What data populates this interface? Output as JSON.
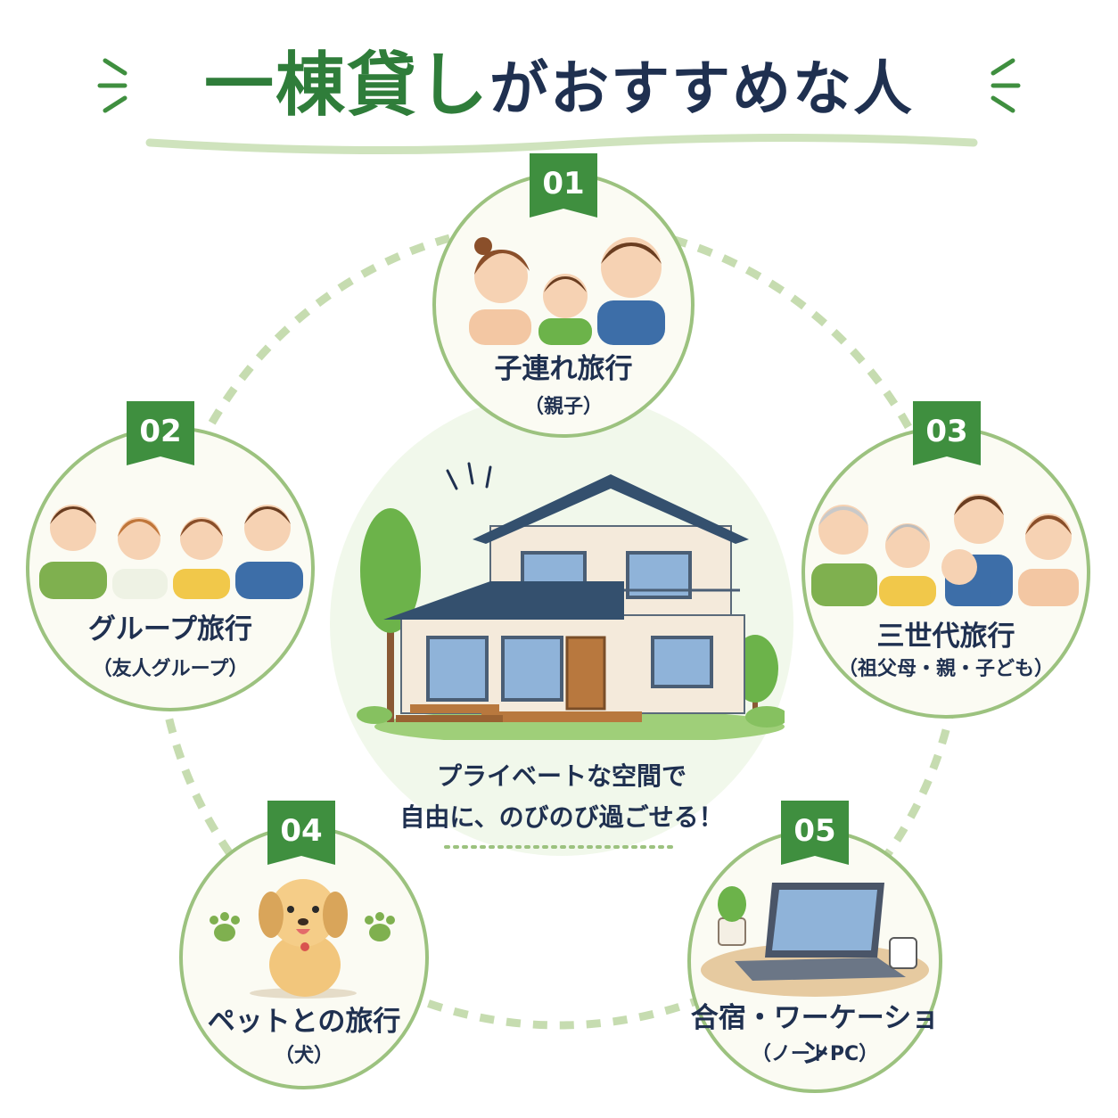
{
  "title": {
    "part_green": "一棟貸し",
    "part_navy": "がおすすめな人"
  },
  "center": {
    "line1": "プライベートな空間で",
    "line2": "自由に、のびのび過ごせる！"
  },
  "items": [
    {
      "number": "01",
      "label": "子連れ旅行",
      "sub": "（親子）",
      "illustration": "family-parent-child-icon"
    },
    {
      "number": "02",
      "label": "グループ旅行",
      "sub": "（友人グループ）",
      "illustration": "friends-group-icon"
    },
    {
      "number": "03",
      "label": "三世代旅行",
      "sub": "（祖父母・親・子ども）",
      "illustration": "three-generation-family-icon"
    },
    {
      "number": "04",
      "label": "ペットとの旅行",
      "sub": "（犬）",
      "illustration": "dog-icon"
    },
    {
      "number": "05",
      "label": "合宿・ワーケーション",
      "sub": "（ノートPC）",
      "illustration": "laptop-icon"
    }
  ],
  "colors": {
    "green": "#3f8f3f",
    "navy": "#1f3050",
    "ring": "#9cc27f",
    "circle_fill": "#fbfbf3",
    "dash": "#c6dcb0"
  }
}
